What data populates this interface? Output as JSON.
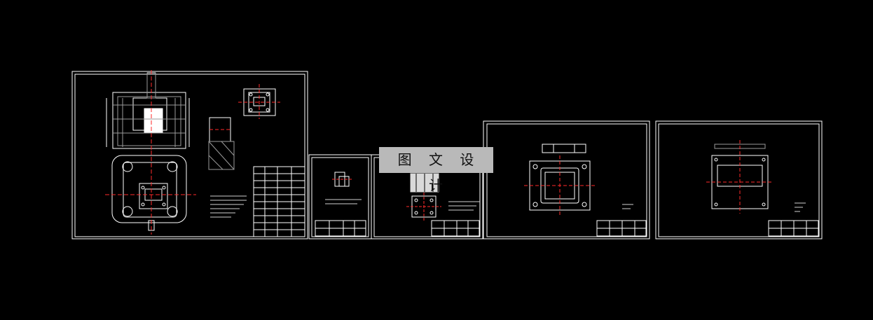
{
  "watermark": {
    "text": "图 文 设 计"
  },
  "colors": {
    "background": "#000000",
    "border": "#ffffff",
    "line": "#ffffff",
    "center_line": "#ff2a2a",
    "section": "#9a9a9a",
    "watermark_bg": "#b9b9b9"
  },
  "sheets": [
    {
      "name": "assembly-drawing",
      "kind": "assembly"
    },
    {
      "name": "part-drawing-small",
      "kind": "part"
    },
    {
      "name": "part-drawing-punch",
      "kind": "part"
    },
    {
      "name": "part-drawing-plate",
      "kind": "part"
    },
    {
      "name": "part-drawing-die",
      "kind": "part"
    }
  ]
}
